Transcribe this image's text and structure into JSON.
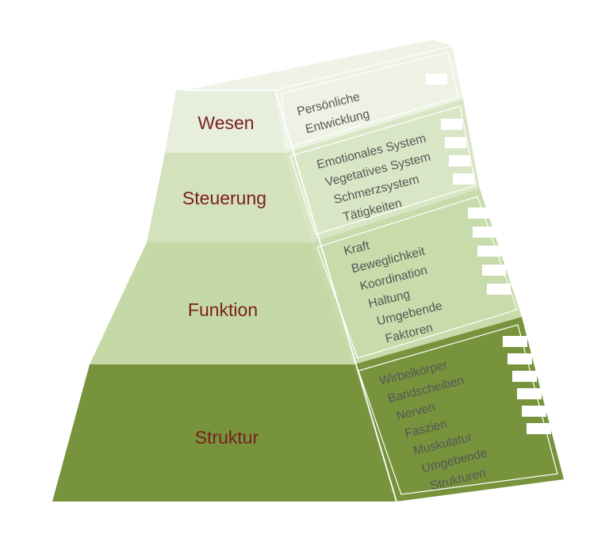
{
  "diagram": {
    "levels": [
      {
        "name": "Wesen",
        "items": [
          "Persönliche",
          "Entwicklung"
        ],
        "checkbox_count": 1
      },
      {
        "name": "Steuerung",
        "items": [
          "Emotionales System",
          "Vegetatives System",
          "Schmerzsystem",
          "Tätigkeiten"
        ],
        "checkbox_count": 4
      },
      {
        "name": "Funktion",
        "items": [
          "Kraft",
          "Beweglichkeit",
          "Koordination",
          "Haltung",
          "Umgebende",
          "Faktoren"
        ],
        "checkbox_count": 5
      },
      {
        "name": "Struktur",
        "items": [
          "Wirbelkörper",
          "Bandscheiben",
          "Nerven",
          "Faszien",
          "Muskulatur",
          "Umgebende",
          "Strukturen"
        ],
        "checkbox_count": 6
      }
    ],
    "colors": {
      "wesen_front": "#e7eedb",
      "steuerung_front": "#d3e2bd",
      "funktion_front": "#c4d9a6",
      "struktur_front": "#77933c",
      "top_face": "#eef3e5",
      "label_text": "#7a1f1f",
      "side_text": "#565656"
    }
  }
}
